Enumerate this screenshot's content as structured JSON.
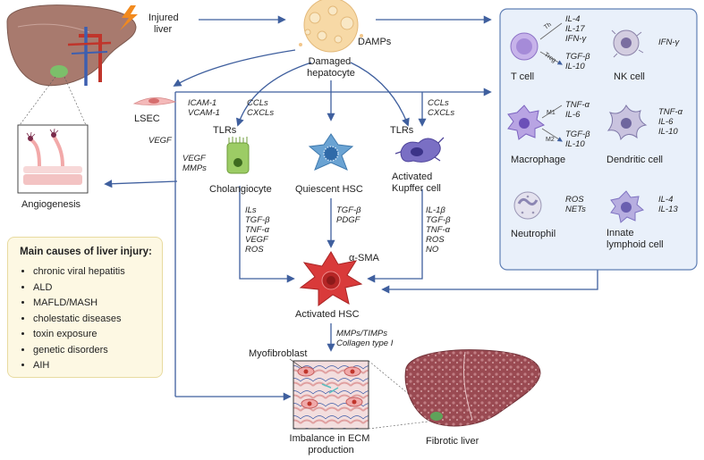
{
  "labels": {
    "injured_liver": [
      "Injured",
      "liver"
    ],
    "damps": "DAMPs",
    "damaged_hepatocyte": [
      "Damaged",
      "hepatocyte"
    ],
    "lsec": "LSEC",
    "angiogenesis": "Angiogenesis",
    "tlrs_left": "TLRs",
    "tlrs_right": "TLRs",
    "cholangiocyte": "Cholangiocyte",
    "quiescent_hsc": "Quiescent HSC",
    "kupffer": [
      "Activated",
      "Kupffer cell"
    ],
    "alpha_sma": "α-SMA",
    "activated_hsc": "Activated HSC",
    "myofibroblast": "Myofibroblast",
    "ecm": [
      "Imbalance in ECM",
      "production"
    ],
    "fibrotic_liver": "Fibrotic liver"
  },
  "mediators": {
    "icam": [
      "ICAM-1",
      "VCAM-1"
    ],
    "ccls_left": [
      "CCLs",
      "CXCLs"
    ],
    "ccls_right": [
      "CCLs",
      "CXCLs"
    ],
    "vegf": "VEGF",
    "vegf_mmps": [
      "VEGF",
      "MMPs"
    ],
    "cholangiocyte_out": [
      "ILs",
      "TGF-β",
      "TNF-α",
      "VEGF",
      "ROS"
    ],
    "quiescent_out": [
      "TGF-β",
      "PDGF"
    ],
    "kupffer_out": [
      "IL-1β",
      "TGF-β",
      "TNF-α",
      "ROS",
      "NO"
    ],
    "ecm_out": [
      "MMPs/TIMPs",
      "Collagen type I"
    ]
  },
  "immune_panel": {
    "t_cell": {
      "name": "T cell",
      "th": "Th",
      "treg": "Treg",
      "th_out": [
        "IL-4",
        "IL-17",
        "IFN-γ"
      ],
      "treg_out": [
        "TGF-β",
        "IL-10"
      ]
    },
    "nk_cell": {
      "name": "NK cell",
      "out": [
        "IFN-γ"
      ]
    },
    "macrophage": {
      "name": "Macrophage",
      "m1": "M1",
      "m2": "M2",
      "m1_out": [
        "TNF-α",
        "IL-6"
      ],
      "m2_out": [
        "TGF-β",
        "IL-10"
      ]
    },
    "dendritic_cell": {
      "name": "Dendritic cell",
      "out": [
        "TNF-α",
        "IL-6",
        "IL-10"
      ]
    },
    "neutrophil": {
      "name": "Neutrophil",
      "out": [
        "ROS",
        "NETs"
      ]
    },
    "ilc": {
      "name": [
        "Innate",
        "lymphoid cell"
      ],
      "out": [
        "IL-4",
        "IL-13"
      ]
    }
  },
  "causes": {
    "title": "Main causes of liver injury:",
    "items": [
      "chronic viral hepatitis",
      "ALD",
      "MAFLD/MASH",
      "cholestatic diseases",
      "toxin exposure",
      "genetic disorders",
      "AIH"
    ]
  },
  "colors": {
    "arrow": "#3f5f9e",
    "panel_fill": "#e9f0fa",
    "panel_stroke": "#5f7fb5",
    "causes_fill": "#fdf8e3",
    "liver": "#a87a6e",
    "fibrotic_liver": "#9a4a52",
    "hsc_activated": "#d93a3a",
    "hsc_quiescent": "#5b93c5",
    "kupffer": "#6a5fb0",
    "cholangiocyte": "#8bc34a"
  }
}
